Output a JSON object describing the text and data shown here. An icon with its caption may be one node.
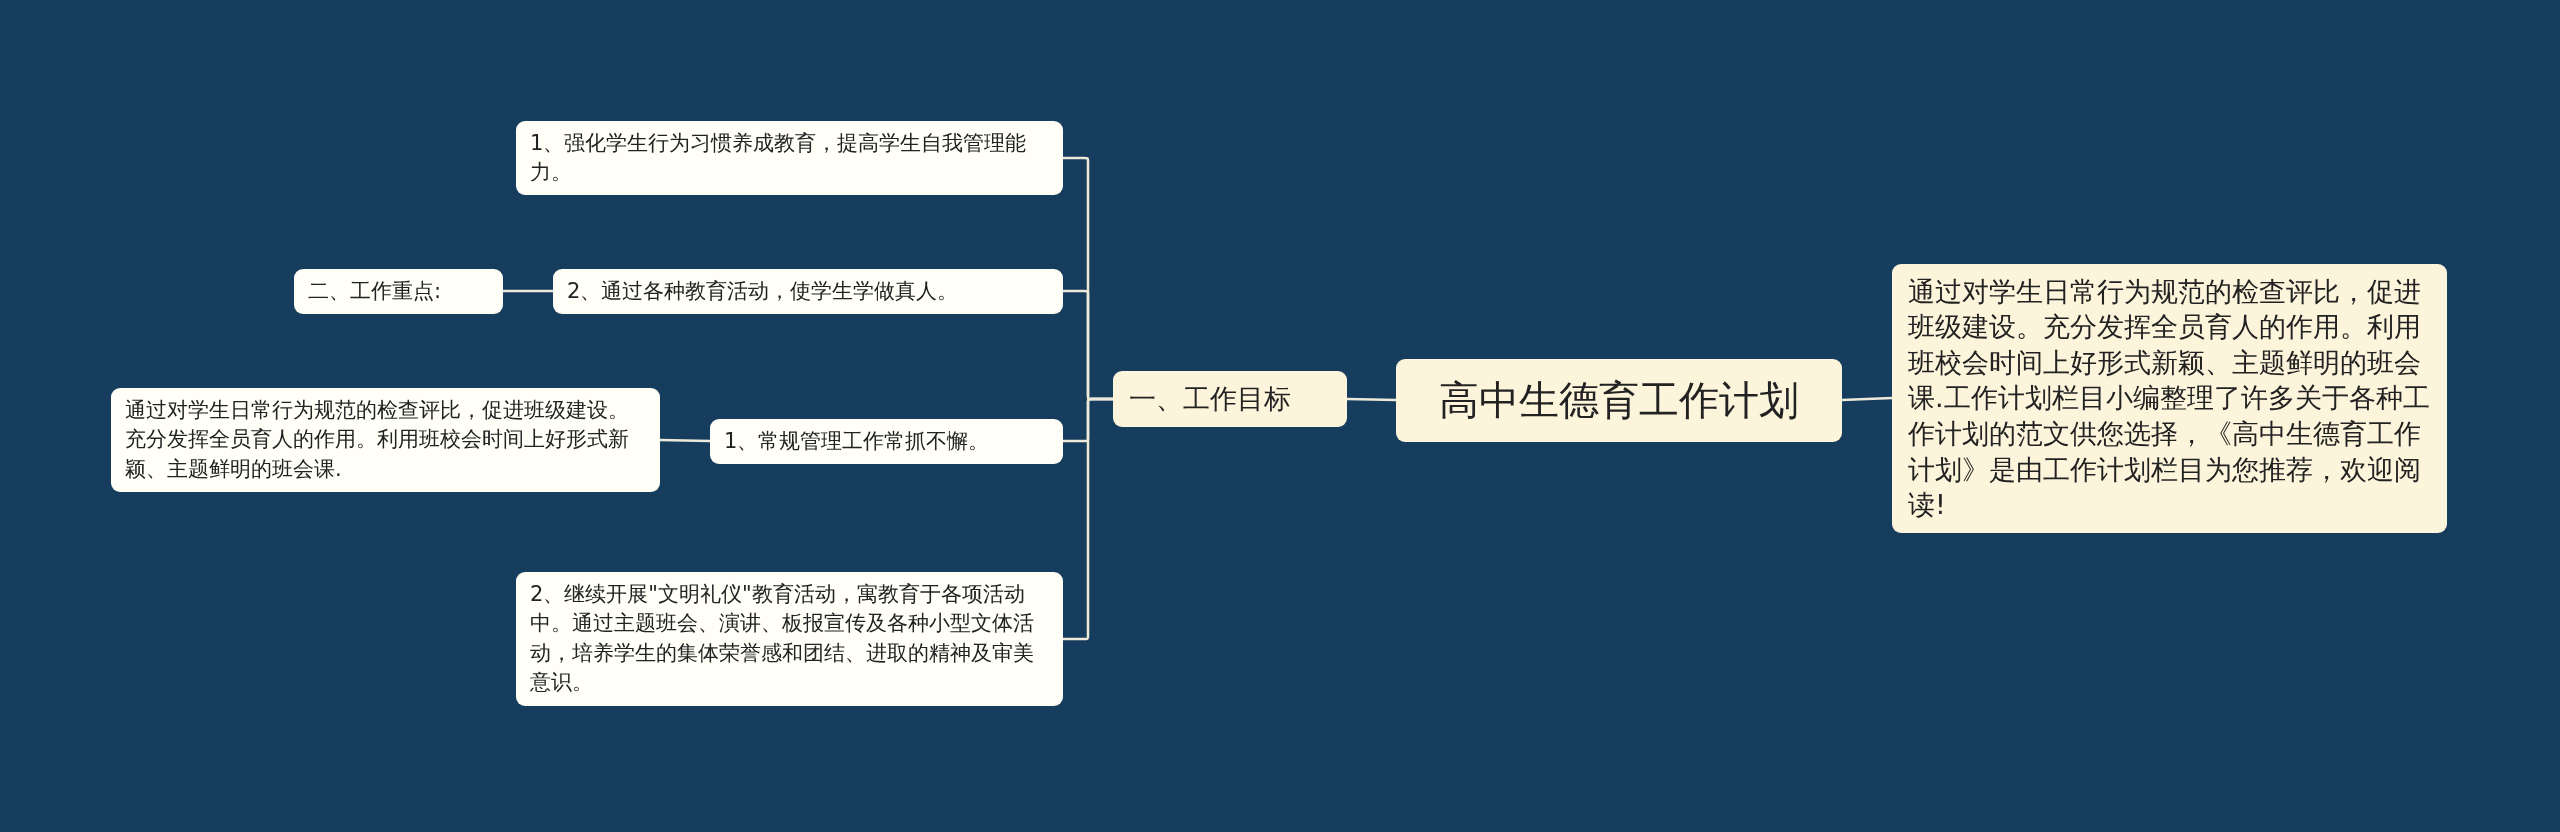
{
  "diagram": {
    "nodes": [
      {
        "text": [
          "高中生德育工作计划"
        ]
      },
      {
        "text": [
          "通过对学生日常行为规范的检查评比，促进班级建设。充分发挥全员育人的作用。利用班校会时间上好形式新颖、主题鲜明的班会课.工作计划栏目小编整理了许多关于各种工作计划的范文供您选择，《高中生德育工作计划》是由工作计划栏目为您推荐，欢迎阅读!"
        ]
      },
      {
        "text": [
          "一、工作目标"
        ]
      },
      {
        "text": [
          "1、强化学生行为习惯养成教育，提高学生自我管理能力。"
        ]
      },
      {
        "text": [
          "2、通过各种教育活动，使学生学做真人。"
        ]
      },
      {
        "text": [
          "二、工作重点:"
        ]
      },
      {
        "text": [
          "1、常规管理工作常抓不懈。"
        ]
      },
      {
        "text": [
          "通过对学生日常行为规范的检查评比，促进班级建设。充分发挥全员育人的作用。利用班校会时间上好形式新颖、主题鲜明的班会课."
        ]
      },
      {
        "text": [
          "2、继续开展\"文明礼仪\"教育活动，寓教育于各项活动中。通过主题班会、演讲、板报宣传及各种小型文体活动，培养学生的集体荣誉感和团结、进取的精神及审美意识。"
        ]
      }
    ],
    "edges": [
      {
        "from": 0,
        "to": 1,
        "arrow": "none"
      },
      {
        "from": 0,
        "to": 2,
        "arrow": "none"
      },
      {
        "from": 2,
        "to": 3,
        "arrow": "none"
      },
      {
        "from": 2,
        "to": 4,
        "arrow": "none"
      },
      {
        "from": 4,
        "to": 5,
        "arrow": "none"
      },
      {
        "from": 2,
        "to": 6,
        "arrow": "none"
      },
      {
        "from": 6,
        "to": 7,
        "arrow": "none"
      },
      {
        "from": 2,
        "to": 8,
        "arrow": "none"
      }
    ]
  }
}
